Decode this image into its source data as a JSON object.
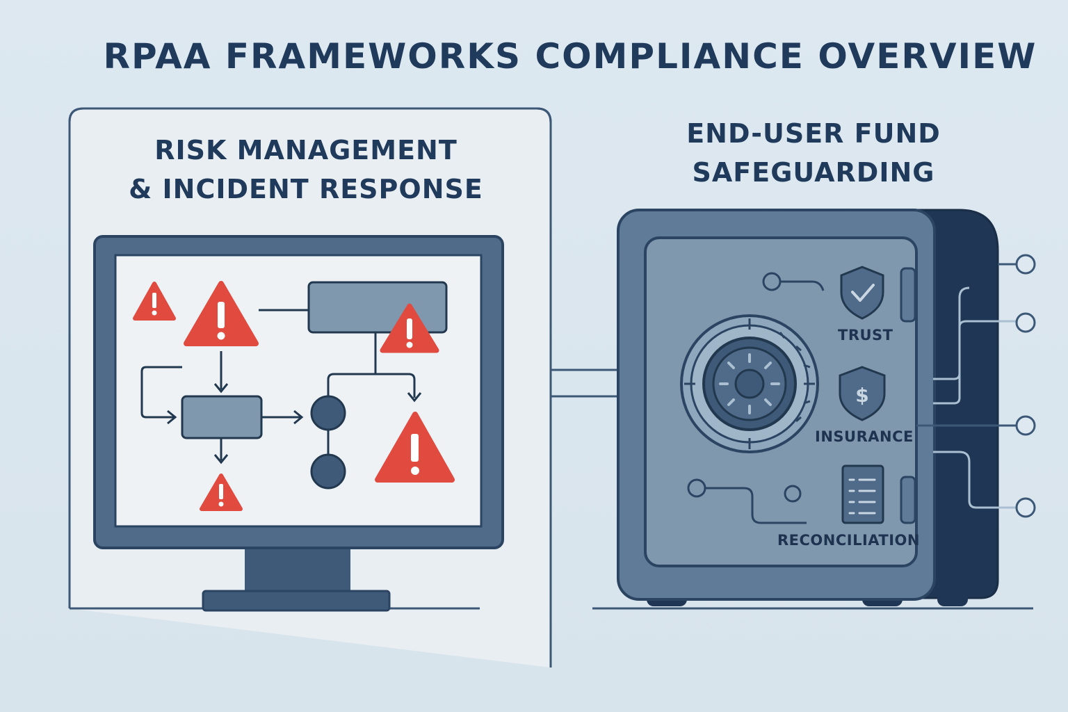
{
  "title": "RPAA FRAMEWORKS COMPLIANCE OVERVIEW",
  "left_panel": {
    "heading_line1": "RISK MANAGEMENT",
    "heading_line2": "& INCIDENT RESPONSE"
  },
  "right_panel": {
    "heading_line1": "END-USER FUND",
    "heading_line2": "SAFEGUARDING",
    "labels": {
      "trust": "TRUST",
      "insurance": "INSURANCE",
      "reconciliation": "RECONCILIATION"
    }
  },
  "icons": [
    "warning-icon",
    "shield-check-icon",
    "shield-dollar-icon",
    "checklist-icon",
    "safe-dial-icon",
    "monitor-icon"
  ],
  "colors": {
    "navy": "#1f3a5a",
    "alert_red": "#e04a3f",
    "steel": "#7f98ae",
    "background": "#dde8f0"
  }
}
